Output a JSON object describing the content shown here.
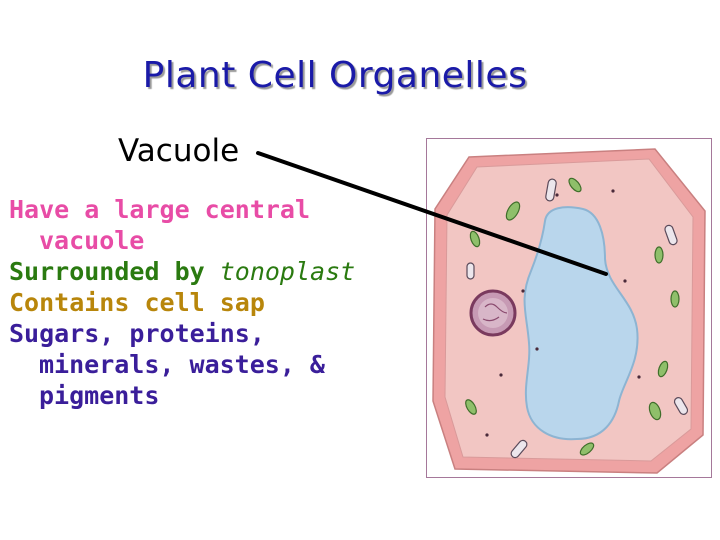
{
  "slide": {
    "title": "Plant Cell Organelles",
    "label": "Vacuole",
    "bullets": {
      "b1_line1": "Have a large central",
      "b1_line2": "vacuole",
      "b2_main": "Surrounded by ",
      "b2_term": "tonoplast",
      "b3": "Contains cell sap",
      "b4_line1": "Sugars, proteins,",
      "b4_line2": "minerals, wastes, &",
      "b4_line3": "pigments"
    }
  },
  "colors": {
    "title": "#1a1aa8",
    "bullet1": "#e84ca6",
    "bullet2": "#2a7a10",
    "bullet3": "#b8860b",
    "bullet4": "#3a1e9a",
    "cell_wall": "#f0a0a0",
    "cytoplasm": "#f0c4c4",
    "vacuole": "#b9d6ec"
  }
}
